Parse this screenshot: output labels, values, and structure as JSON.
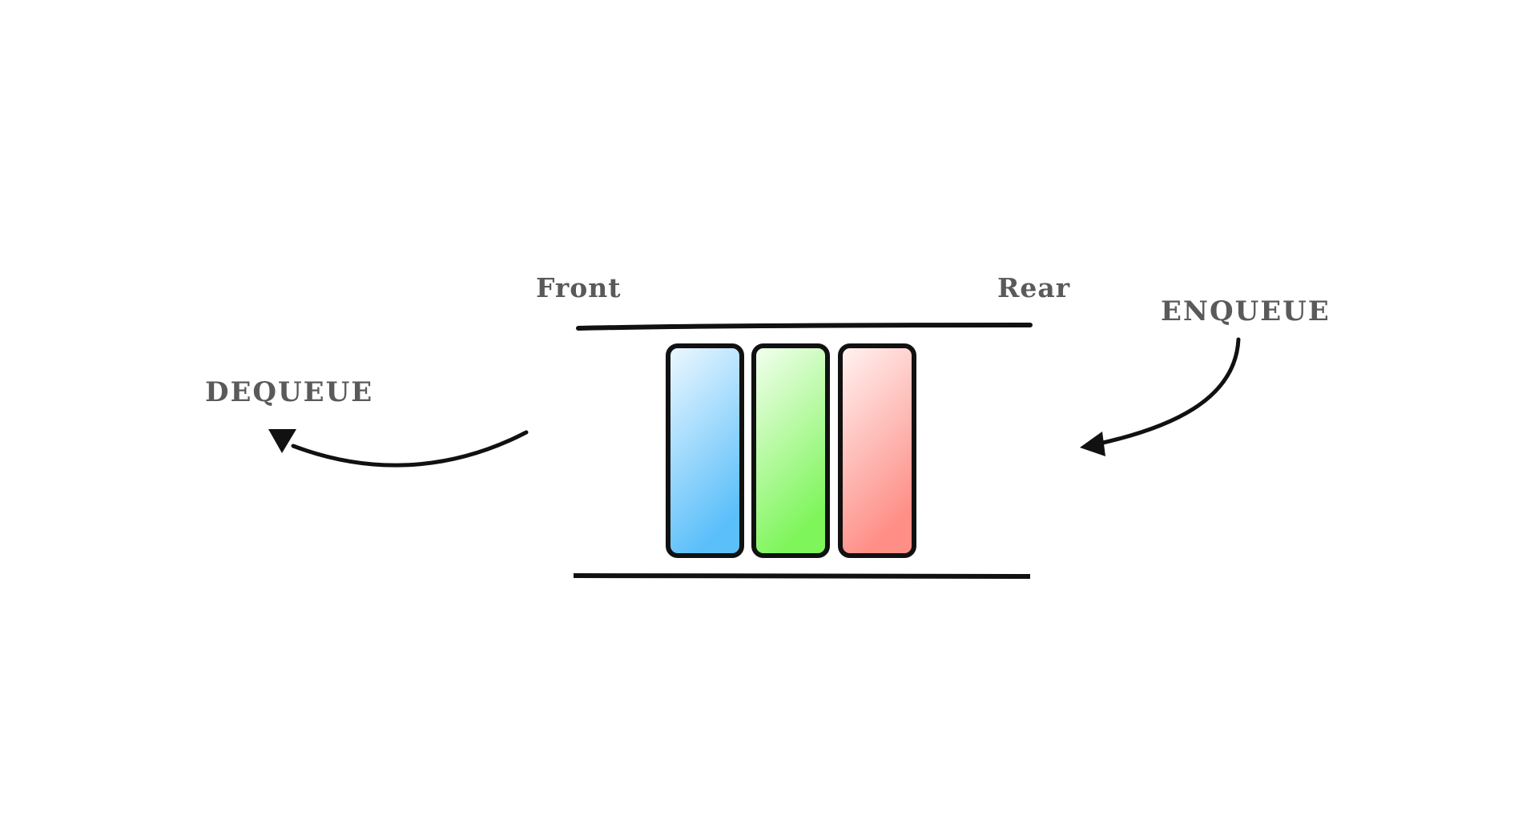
{
  "diagram": {
    "labels": {
      "front": "Front",
      "rear": "Rear",
      "enqueue": "ENQUEUE",
      "dequeue": "DEQUEUE"
    },
    "queue_items": [
      {
        "name": "queue-item-blue",
        "gradient_top": "#eef8ff",
        "gradient_bottom": "#5bbffa"
      },
      {
        "name": "queue-item-green",
        "gradient_top": "#f4fff0",
        "gradient_bottom": "#7ef55a"
      },
      {
        "name": "queue-item-red",
        "gradient_top": "#fff4f3",
        "gradient_bottom": "#fe8e86"
      }
    ],
    "colors": {
      "stroke": "#111111",
      "label": "#5a5a5a",
      "background": "#ffffff"
    }
  }
}
